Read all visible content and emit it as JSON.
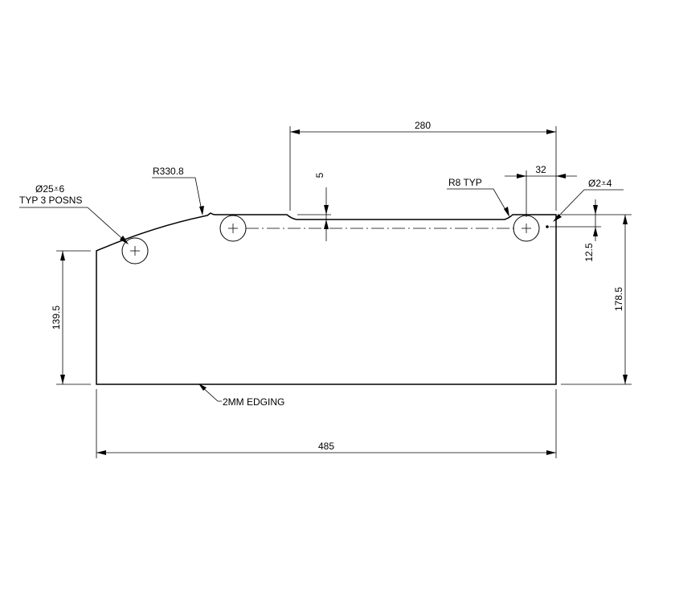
{
  "dimensions": {
    "overall_width": "485",
    "top_span": "280",
    "notch_depth": "5",
    "hole_offset": "32",
    "left_height": "139.5",
    "right_height": "178.5",
    "hole_drop": "12.5"
  },
  "callouts": {
    "radius_label": "R330.8",
    "fillet_label": "R8 TYP",
    "large_hole_line1": "Ø25⩡6",
    "large_hole_line2": "TYP 3 POSNS",
    "small_hole_label": "Ø2⩡4",
    "edge_note": "2MM EDGING"
  }
}
